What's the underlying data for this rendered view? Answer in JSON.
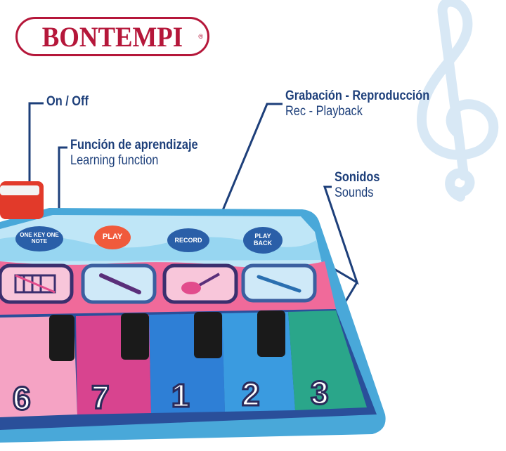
{
  "brand": {
    "name": "BONTEMPI",
    "mark": "®"
  },
  "callouts": {
    "on_off": {
      "main": "On / Off"
    },
    "learning": {
      "main": "Función de aprendizaje",
      "sub": "Learning function"
    },
    "record": {
      "main": "Grabación - Reproducción",
      "sub": "Rec - Playback"
    },
    "sounds": {
      "main": "Sonidos",
      "sub": "Sounds"
    }
  },
  "mat_buttons": [
    {
      "label": "ONE KEY ONE NOTE",
      "color": "#2a5fa8"
    },
    {
      "label": "PLAY",
      "color": "#f05a3c"
    },
    {
      "label": "RECORD",
      "color": "#2a5fa8"
    },
    {
      "label": "PLAY BACK",
      "color": "#2a5fa8"
    }
  ],
  "instruments": [
    "xylophone-icon",
    "clarinet-icon",
    "electric-guitar-icon",
    "flute-icon"
  ],
  "key_numbers": [
    "6",
    "7",
    "1",
    "2",
    "3"
  ],
  "colors": {
    "brand": "#b5173a",
    "caption": "#1d3f7a",
    "mat_border": "#49a8d9",
    "mat_top": "#bfe6f7",
    "mat_pink": "#f06a9a",
    "key_blue": "#2e7fd6",
    "key_teal": "#2aa68a",
    "key_magenta": "#d8448f"
  }
}
